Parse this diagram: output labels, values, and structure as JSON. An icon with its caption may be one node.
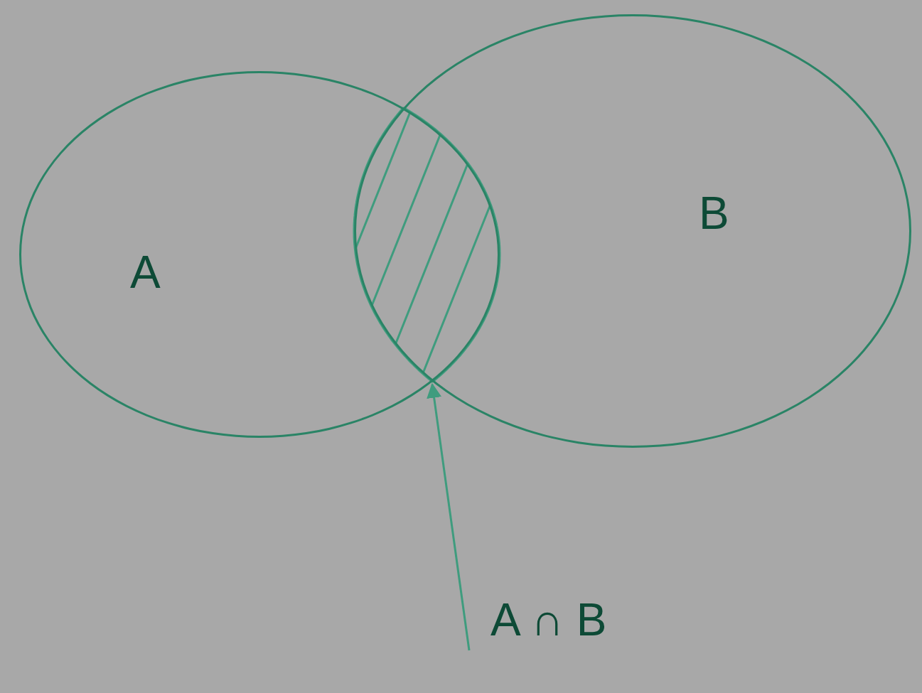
{
  "diagram": {
    "nodes": [
      {
        "text": [
          "A"
        ]
      },
      {
        "text": [
          "B"
        ]
      },
      {
        "text": [],
        "shape": "lens"
      },
      {
        "text": [
          "A ∩ B"
        ]
      }
    ],
    "edges": [
      {
        "from": 3,
        "to": 2,
        "arrow": "to"
      }
    ]
  }
}
